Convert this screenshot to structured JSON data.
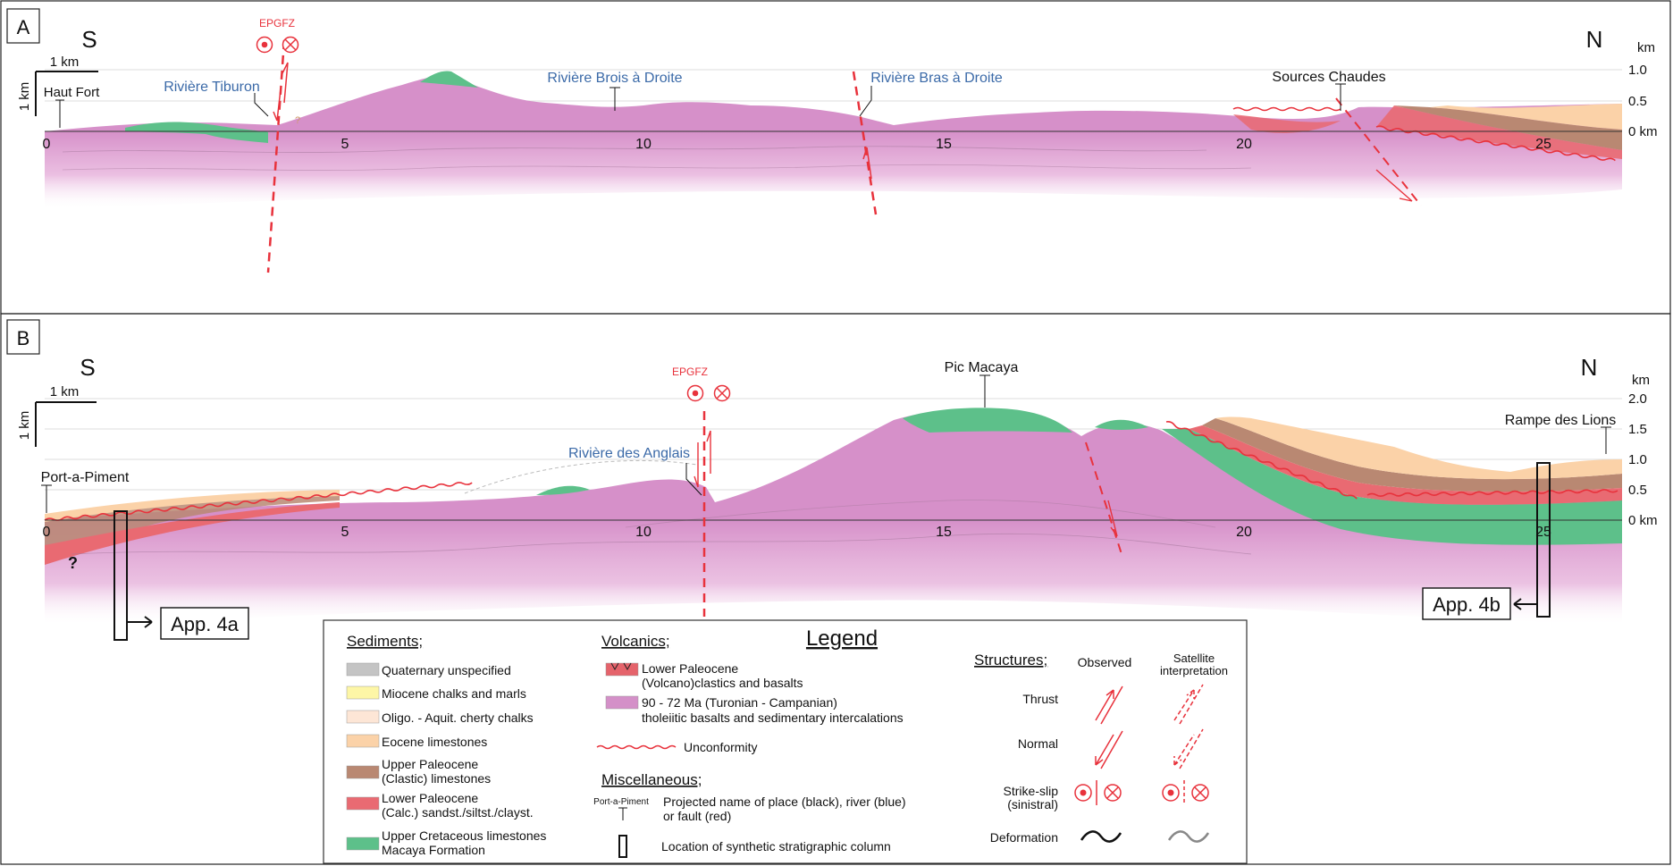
{
  "panel_a": {
    "label": "A",
    "south": "S",
    "north": "N",
    "unit_km": "km",
    "scale_h": "1 km",
    "scale_v": "1 km",
    "fault_name": "EPGFZ",
    "ticks": [
      "0",
      "5",
      "10",
      "15",
      "20",
      "25"
    ],
    "elev_labels": [
      "1.0",
      "0.5",
      "0 km"
    ],
    "places": {
      "haut_fort": "Haut Fort",
      "sources_chaudes": "Sources Chaudes"
    },
    "rivers": {
      "tiburon": "Rivière Tiburon",
      "brois": "Rivière Brois à Droite",
      "bras": "Rivière Bras à Droite"
    },
    "query_mark": "?"
  },
  "panel_b": {
    "label": "B",
    "south": "S",
    "north": "N",
    "unit_km": "km",
    "scale_h": "1 km",
    "scale_v": "1 km",
    "fault_name": "EPGFZ",
    "ticks": [
      "0",
      "5",
      "10",
      "15",
      "20",
      "25"
    ],
    "elev_labels": [
      "2.0",
      "1.5",
      "1.0",
      "0.5",
      "0 km"
    ],
    "places": {
      "port_a_piment": "Port-a-Piment",
      "pic_macaya": "Pic Macaya",
      "rampe": "Rampe des Lions"
    },
    "rivers": {
      "anglais": "Rivière des Anglais"
    },
    "query_mark": "?",
    "app_4a": "App. 4a",
    "app_4b": "App. 4b"
  },
  "legend": {
    "title": "Legend",
    "sediments_heading": "Sediments;",
    "sediments": [
      {
        "label": "Quaternary unspecified",
        "color": "#c4c4c4"
      },
      {
        "label": "Miocene chalks and marls",
        "color": "#fdf6a6"
      },
      {
        "label": "Oligo. - Aquit. cherty chalks",
        "color": "#fde6d6"
      },
      {
        "label": "Eocene limestones",
        "color": "#fbd2a8"
      },
      {
        "label": "Upper Paleocene",
        "label2": "(Clastic) limestones",
        "color": "#b98872"
      },
      {
        "label": "Lower Paleocene",
        "label2": "(Calc.) sandst./siltst./clayst.",
        "color": "#e96a72"
      },
      {
        "label": "Upper Cretaceous limestones",
        "label2": "Macaya Formation",
        "color": "#5dc08a"
      }
    ],
    "volcanics_heading": "Volcanics;",
    "volcanics": [
      {
        "label": "Lower Paleocene",
        "label2": "(Volcano)clastics  and basalts",
        "color": "#e5636b"
      },
      {
        "label": "90 - 72 Ma (Turonian - Campanian)",
        "label2": "tholeiitic basalts and sedimentary intercalations",
        "color": "#d490c8"
      }
    ],
    "unconformity": "Unconformity",
    "misc_heading": "Miscellaneous;",
    "misc_example": "Port-a-Piment",
    "misc_projected_1": "Projected name of place (black), river (blue)",
    "misc_projected_2": "or fault (red)",
    "misc_column": "Location of synthetic stratigraphic column",
    "structures_heading": "Structures;",
    "observed": "Observed",
    "satellite_1": "Satellite",
    "satellite_2": "interpretation",
    "thrust": "Thrust",
    "normal": "Normal",
    "strike_slip_1": "Strike-slip",
    "strike_slip_2": "(sinistral)",
    "deformation": "Deformation"
  },
  "colors": {
    "fault_red": "#e8323c",
    "river_blue": "#3b6aa8",
    "basalt_pink": "#d690c9",
    "macaya_green": "#5dc08a"
  }
}
